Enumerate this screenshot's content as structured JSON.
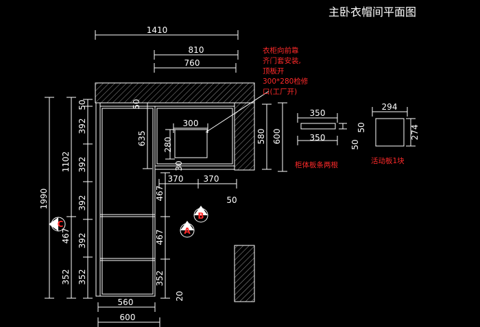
{
  "title": "主卧衣帽间平面图",
  "dims": {
    "top_overall": "1410",
    "top_810": "810",
    "top_760": "760",
    "left_overall": "1990",
    "left_1102": "1102",
    "seg_50_top": "50",
    "seg_392_a": "392",
    "seg_392_b": "392",
    "seg_392_c": "392",
    "seg_392_d": "392",
    "seg_467": "467",
    "seg_352_a": "352",
    "seg_352_b": "352",
    "inner_50": "50",
    "inner_635": "635",
    "inner_300": "300",
    "inner_280": "280",
    "inner_30": "30",
    "inner_370_a": "370",
    "inner_370_b": "370",
    "right_580": "580",
    "right_600": "600",
    "mid_467_a": "467",
    "mid_467_b": "467",
    "mid_352": "352",
    "float_50": "50",
    "bottom_20": "20",
    "bottom_560": "560",
    "bottom_600": "600",
    "part1_350_top": "350",
    "part1_350_bot": "350",
    "part1_50": "50",
    "part_mid_50": "50",
    "part2_294": "294",
    "part2_274": "274"
  },
  "notes": {
    "access_panel": [
      "衣柜向前靠",
      "齐门套安装,",
      "顶板开",
      "300*280检修",
      "口(工厂开)"
    ],
    "cabinet_strips": "柜体板条两根",
    "movable_board": "活动板1块"
  },
  "markers": {
    "a": "A",
    "b": "B",
    "c": "C"
  },
  "colors": {
    "background": "#000000",
    "lines": "#ffffff",
    "annotations": "#ff2a2a",
    "hatch": "#bbbbbb"
  }
}
